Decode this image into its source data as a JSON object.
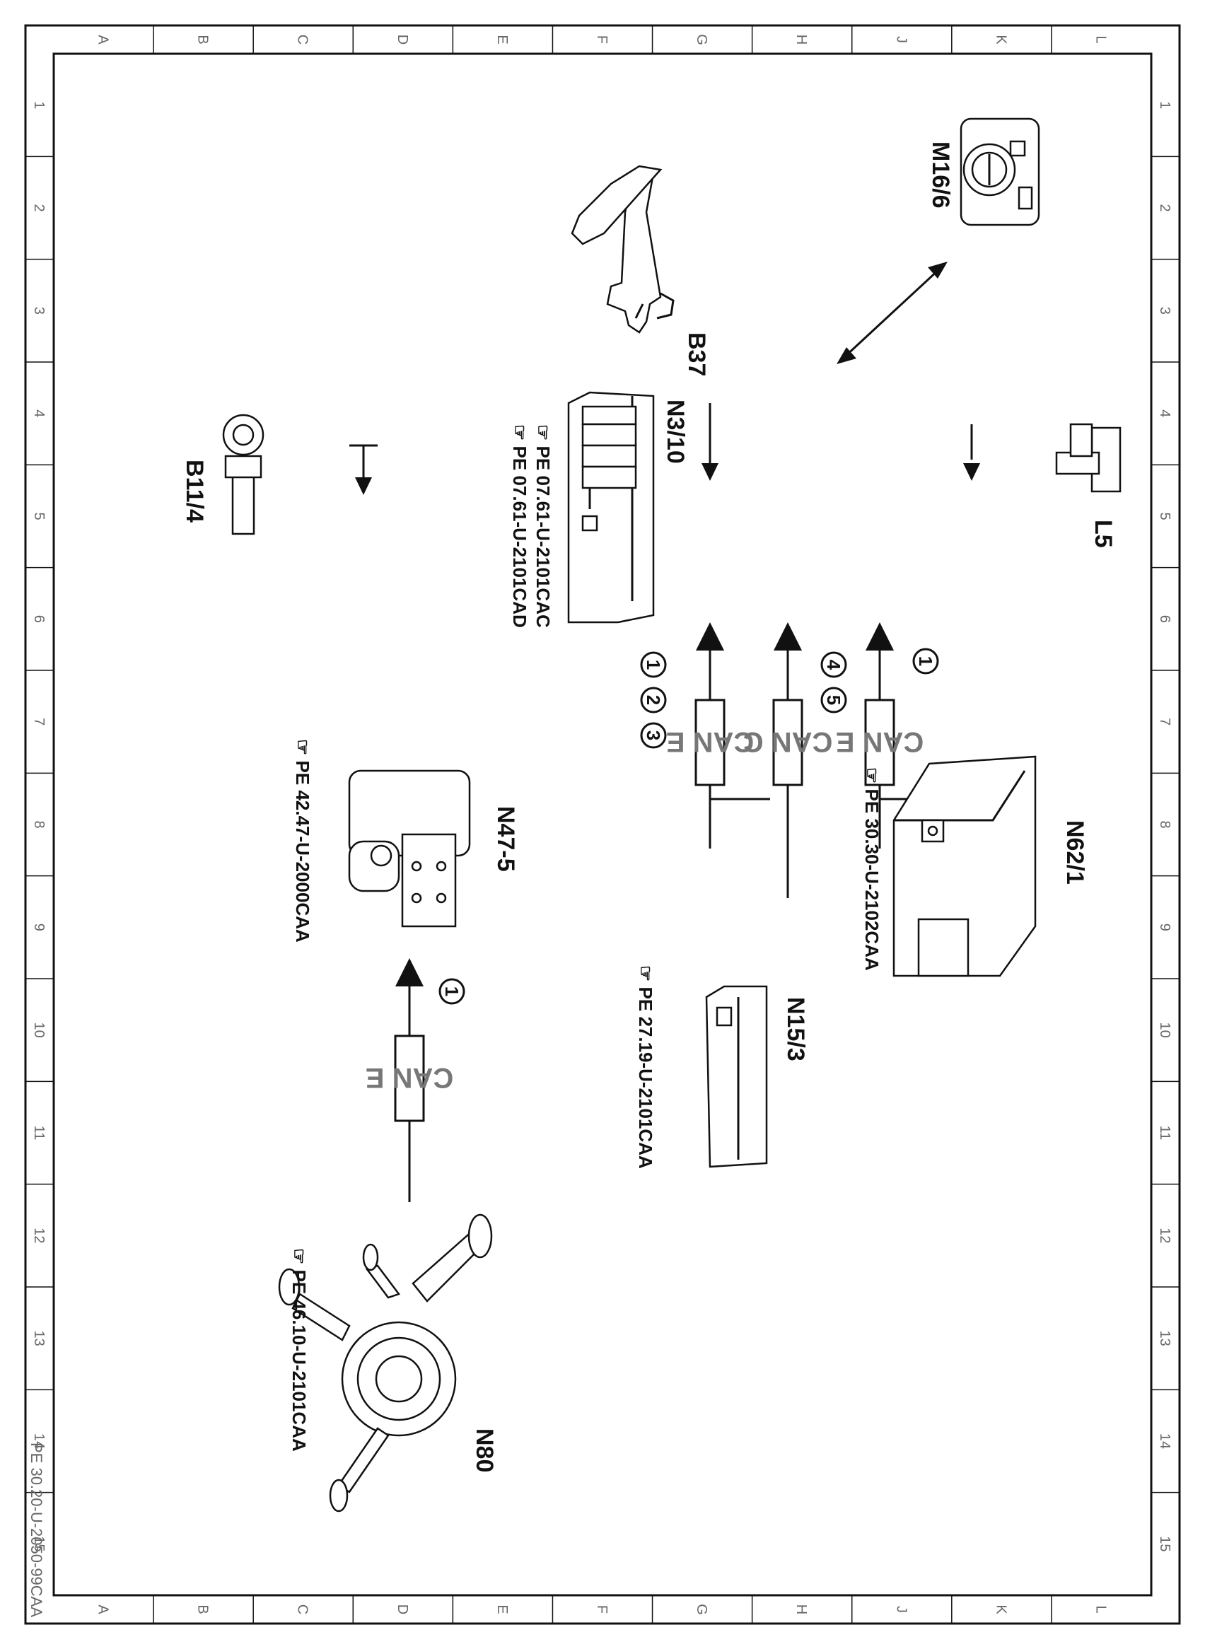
{
  "document_code": "PE 30.20-U-2050-99CAA",
  "grid": {
    "columns": [
      "L",
      "K",
      "J",
      "H",
      "G",
      "F",
      "E",
      "D",
      "C",
      "B",
      "A"
    ],
    "rows": [
      "1",
      "2",
      "3",
      "4",
      "5",
      "6",
      "7",
      "8",
      "9",
      "10",
      "11",
      "12",
      "13",
      "14",
      "15"
    ]
  },
  "components": {
    "b37": {
      "label": "B37"
    },
    "m16_6": {
      "label": "M16/6"
    },
    "n3_10": {
      "label": "N3/10",
      "ref1": "PE 07.61-U-2101CAC",
      "ref2": "PE 07.61-U-2101CAD"
    },
    "b11_4": {
      "label": "B11/4"
    },
    "l5": {
      "label": "L5"
    },
    "n47_5": {
      "label": "N47-5",
      "ref": "PE 42.47-U-2000CAA"
    },
    "n62_1": {
      "label": "N62/1",
      "ref": "PE 30.30-U-2102CAA"
    },
    "n15_3": {
      "label": "N15/3",
      "ref": "PE 27.19-U-2101CAA"
    },
    "n80": {
      "label": "N80",
      "ref": "PE 46.10-U-2101CAA"
    }
  },
  "buses": {
    "bus1": {
      "name": "CAN E",
      "circles": [
        "1",
        "2",
        "3"
      ]
    },
    "bus2": {
      "name": "CAN C",
      "circles": [
        "4",
        "5"
      ]
    },
    "bus3": {
      "name": "CAN E",
      "circles": [
        "1"
      ]
    },
    "bus4": {
      "name": "CAN E",
      "circles": [
        "1"
      ]
    }
  }
}
